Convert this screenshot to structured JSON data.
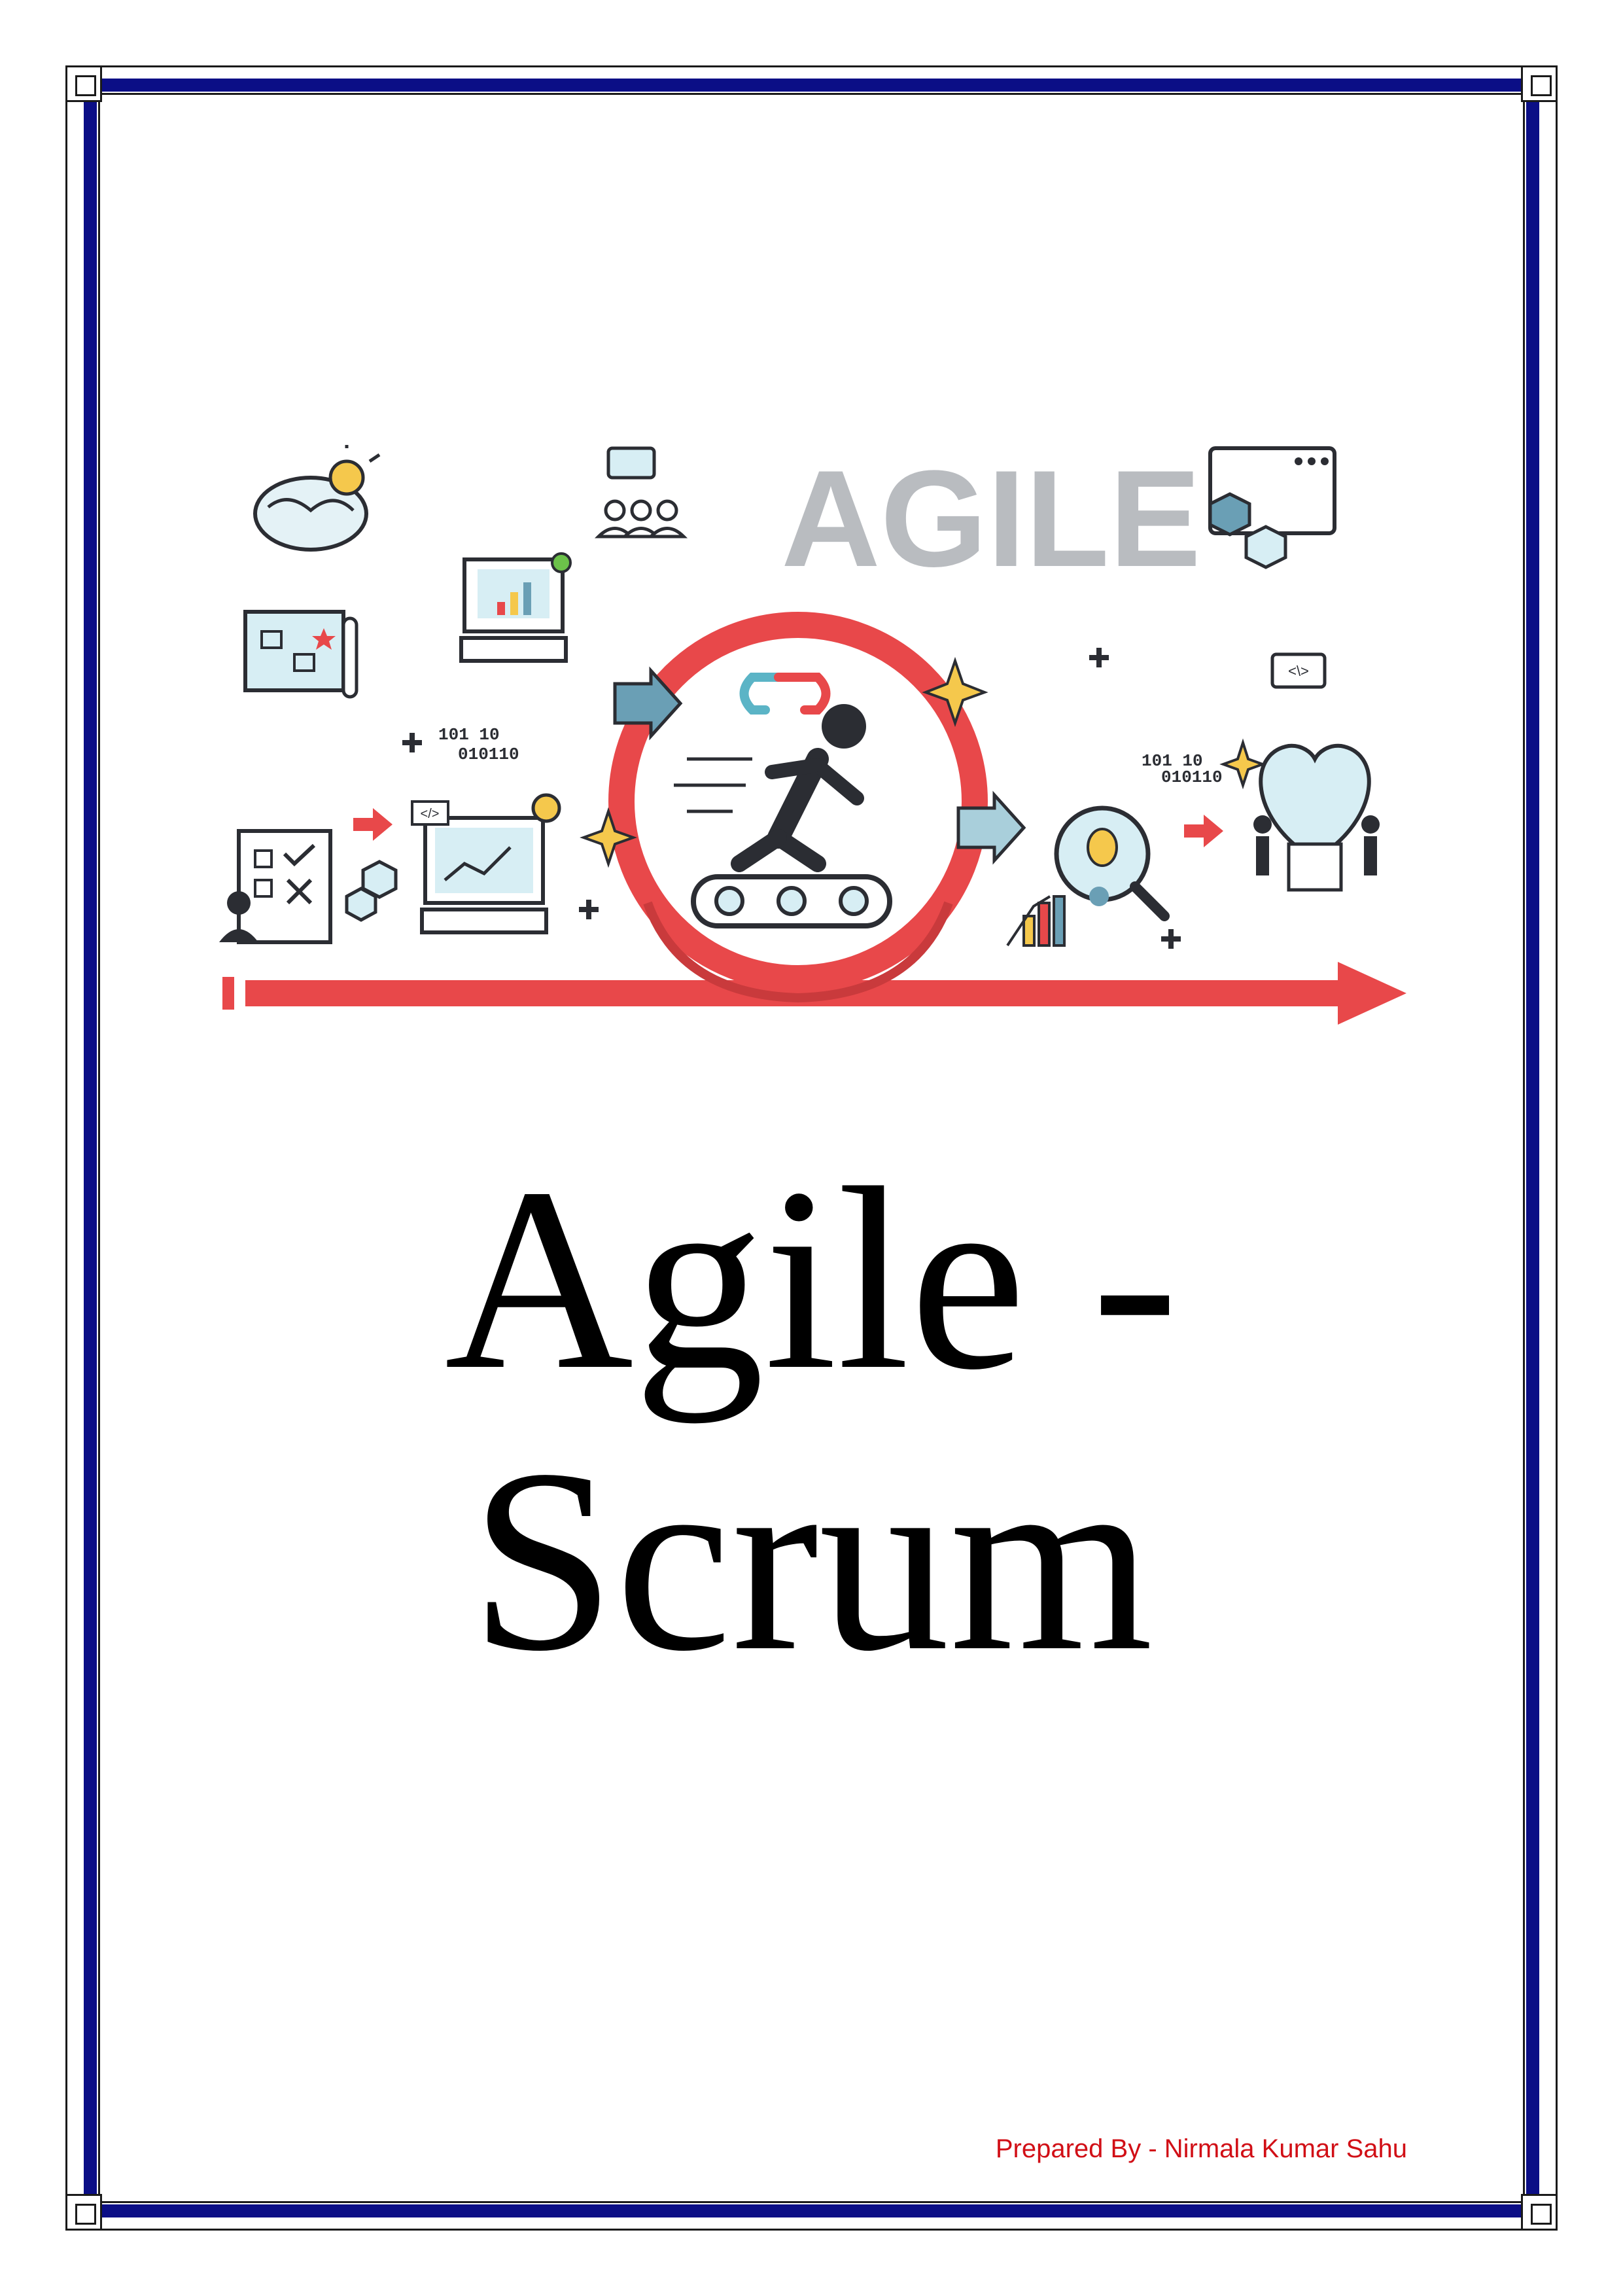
{
  "cover": {
    "illustration_word": "AGILE",
    "binary_left_1": "101 10",
    "binary_left_2": "010110",
    "binary_right_1": "101 10",
    "binary_right_2": "010110",
    "code_tag": "</>",
    "code_tag_2": "<\\>",
    "title_line1": "Agile -",
    "title_line2": "Scrum",
    "credit": "Prepared By - Nirmala Kumar Sahu"
  },
  "colors": {
    "border_blue": "#0b0e86",
    "accent_red": "#e8484a",
    "icon_blue": "#5b8fa8",
    "icon_dark": "#2b2d33",
    "star_yellow": "#f5c84c",
    "credit_red": "#d10f16"
  }
}
